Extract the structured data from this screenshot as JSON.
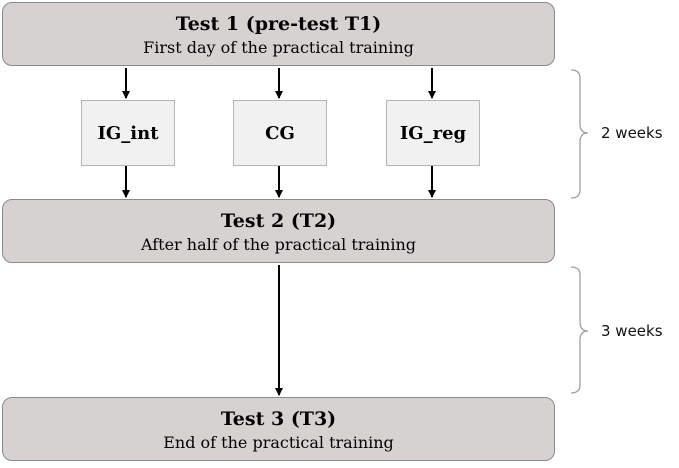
{
  "stages": [
    {
      "title": "Test 1 (pre-test T1)",
      "subtitle": "First day of the practical training"
    },
    {
      "title": "Test 2 (T2)",
      "subtitle": "After half of the practical training"
    },
    {
      "title": "Test 3 (T3)",
      "subtitle": "End of the practical training"
    }
  ],
  "groups": [
    {
      "label": "IG_int"
    },
    {
      "label": "CG"
    },
    {
      "label": "IG_reg"
    }
  ],
  "durations": [
    {
      "label": "2 weeks"
    },
    {
      "label": "3 weeks"
    }
  ],
  "colors": {
    "stage_fill": "#d6d2d2",
    "group_fill": "#f1f1f1",
    "arrow": "#000000",
    "bracket": "#a0a0a0"
  }
}
